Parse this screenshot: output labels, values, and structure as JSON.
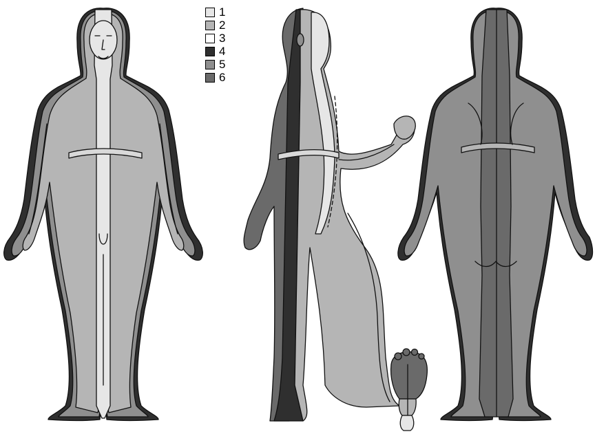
{
  "legend": {
    "items": [
      {
        "label": "1",
        "color": "#e6e6e6"
      },
      {
        "label": "2",
        "color": "#b5b5b5"
      },
      {
        "label": "3",
        "color": "#ffffff"
      },
      {
        "label": "4",
        "color": "#2f2f2f"
      },
      {
        "label": "5",
        "color": "#8f8f8f"
      },
      {
        "label": "6",
        "color": "#6a6a6a"
      }
    ]
  },
  "figures": {
    "front": "front-view",
    "side": "side-view",
    "back": "back-view",
    "sole": "sole-of-foot"
  }
}
